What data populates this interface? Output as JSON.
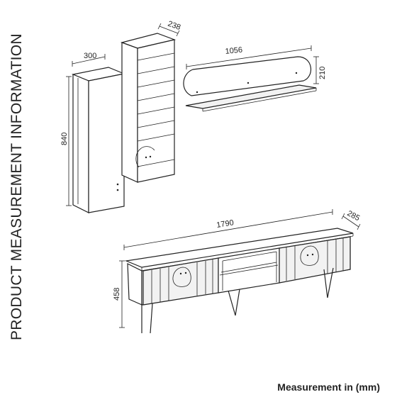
{
  "title": "PRODUCT MEASUREMENT INFORMATION",
  "footer": "Measurement in (mm)",
  "dimensions": {
    "tall_cabinet_width": "300",
    "tall_cabinet_height": "840",
    "shelf_unit_depth": "238",
    "wall_shelf_width": "1056",
    "wall_shelf_height": "210",
    "tv_unit_width": "1790",
    "tv_unit_depth": "285",
    "tv_unit_height": "458"
  },
  "colors": {
    "line": "#222222",
    "panel": "#f2f2f2",
    "background": "#ffffff"
  }
}
